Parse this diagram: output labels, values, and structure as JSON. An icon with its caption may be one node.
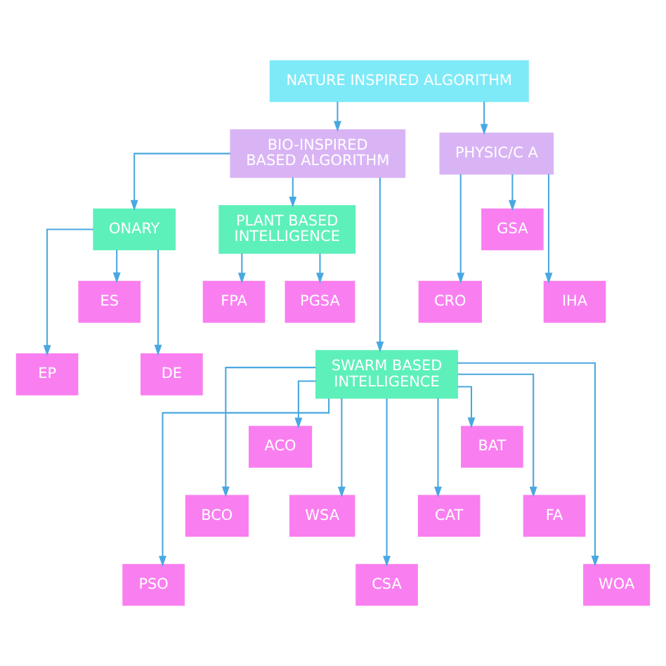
{
  "diagram": {
    "nodes": [
      {
        "text": [
          "NATURE INSPIRED ALGORITHM"
        ]
      },
      {
        "text": [
          "BIO-INSPIRED BASED ALGORITHM"
        ]
      },
      {
        "text": [
          "PHYSIC/C A"
        ]
      },
      {
        "text": [
          "ONARY"
        ]
      },
      {
        "text": [
          "PLANT BASED INTELLIGENCE"
        ]
      },
      {
        "text": [
          "GSA"
        ]
      },
      {
        "text": [
          "ES"
        ]
      },
      {
        "text": [
          "FPA"
        ]
      },
      {
        "text": [
          "PGSA"
        ]
      },
      {
        "text": [
          "CRO"
        ]
      },
      {
        "text": [
          "IHA"
        ]
      },
      {
        "text": [
          "EP"
        ]
      },
      {
        "text": [
          "DE"
        ]
      },
      {
        "text": [
          "SWARM BASED INTELLIGENCE"
        ]
      },
      {
        "text": [
          "ACO"
        ]
      },
      {
        "text": [
          "BAT"
        ]
      },
      {
        "text": [
          "BCO"
        ]
      },
      {
        "text": [
          "WSA"
        ]
      },
      {
        "text": [
          "CAT"
        ]
      },
      {
        "text": [
          "FA"
        ]
      },
      {
        "text": [
          "PSO"
        ]
      },
      {
        "text": [
          "CSA"
        ]
      },
      {
        "text": [
          "WOA"
        ]
      }
    ],
    "edges": [
      {
        "from": 0,
        "to": 1,
        "arrow": "to"
      },
      {
        "from": 0,
        "to": 2,
        "arrow": "to"
      },
      {
        "from": 1,
        "to": 3,
        "arrow": "to"
      },
      {
        "from": 1,
        "to": 4,
        "arrow": "to"
      },
      {
        "from": 1,
        "to": 13,
        "arrow": "to"
      },
      {
        "from": 2,
        "to": 9,
        "arrow": "to"
      },
      {
        "from": 2,
        "to": 5,
        "arrow": "to"
      },
      {
        "from": 2,
        "to": 10,
        "arrow": "to"
      },
      {
        "from": 3,
        "to": 11,
        "arrow": "to"
      },
      {
        "from": 3,
        "to": 6,
        "arrow": "to"
      },
      {
        "from": 3,
        "to": 12,
        "arrow": "to"
      },
      {
        "from": 4,
        "to": 7,
        "arrow": "to"
      },
      {
        "from": 4,
        "to": 8,
        "arrow": "to"
      },
      {
        "from": 13,
        "to": 20,
        "arrow": "to"
      },
      {
        "from": 13,
        "to": 16,
        "arrow": "to"
      },
      {
        "from": 13,
        "to": 14,
        "arrow": "to"
      },
      {
        "from": 13,
        "to": 17,
        "arrow": "to"
      },
      {
        "from": 13,
        "to": 21,
        "arrow": "to"
      },
      {
        "from": 13,
        "to": 18,
        "arrow": "to"
      },
      {
        "from": 13,
        "to": 15,
        "arrow": "to"
      },
      {
        "from": 13,
        "to": 19,
        "arrow": "to"
      },
      {
        "from": 13,
        "to": 22,
        "arrow": "to"
      }
    ]
  }
}
